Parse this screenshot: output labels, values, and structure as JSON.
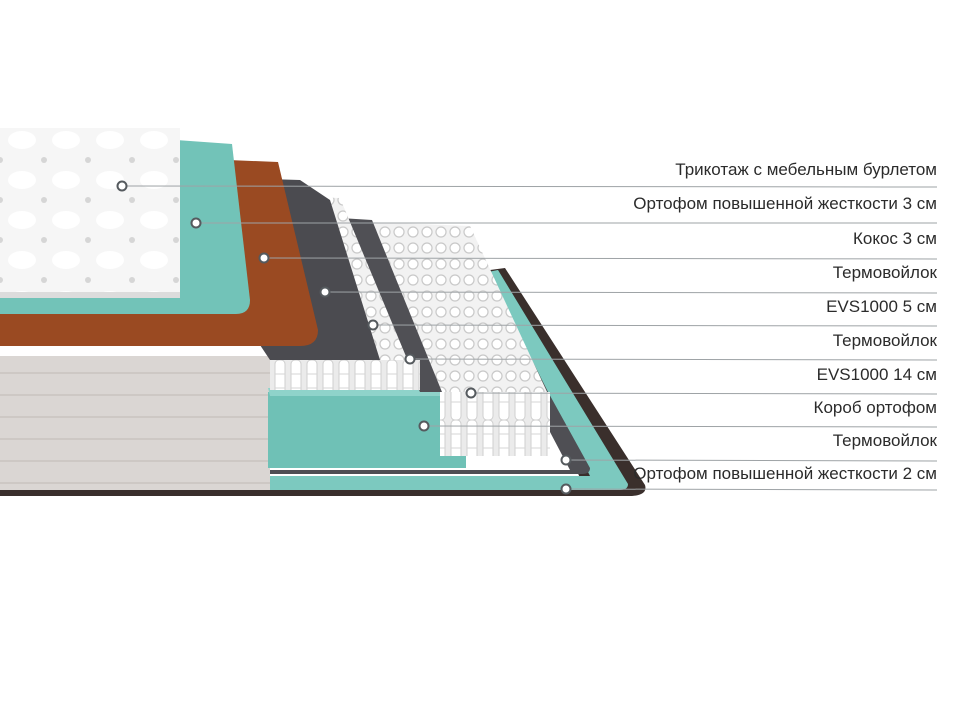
{
  "layers": [
    {
      "label": "Трикотаж с мебельным бурлетом"
    },
    {
      "label": "Ортофом повышенной жесткости 3 см"
    },
    {
      "label": "Кокос 3 см"
    },
    {
      "label": "Термовойлок"
    },
    {
      "label": "EVS1000 5 см"
    },
    {
      "label": "Термовойлок"
    },
    {
      "label": "EVS1000 14 см"
    },
    {
      "label": "Короб ортофом"
    },
    {
      "label": "Термовойлок"
    },
    {
      "label": "Ортофом повышенной жесткости 2 см"
    }
  ],
  "colors": {
    "knit": "#f4f4f4",
    "foam": "#6fc1b6",
    "coconut": "#9a4a22",
    "felt": "#505055",
    "springs": "#eeeeee",
    "side_fabric": "#d9d5d2",
    "base": "#3a2f2c",
    "leader_line": "#9ea3a6",
    "label_text": "#2b2b2b"
  }
}
